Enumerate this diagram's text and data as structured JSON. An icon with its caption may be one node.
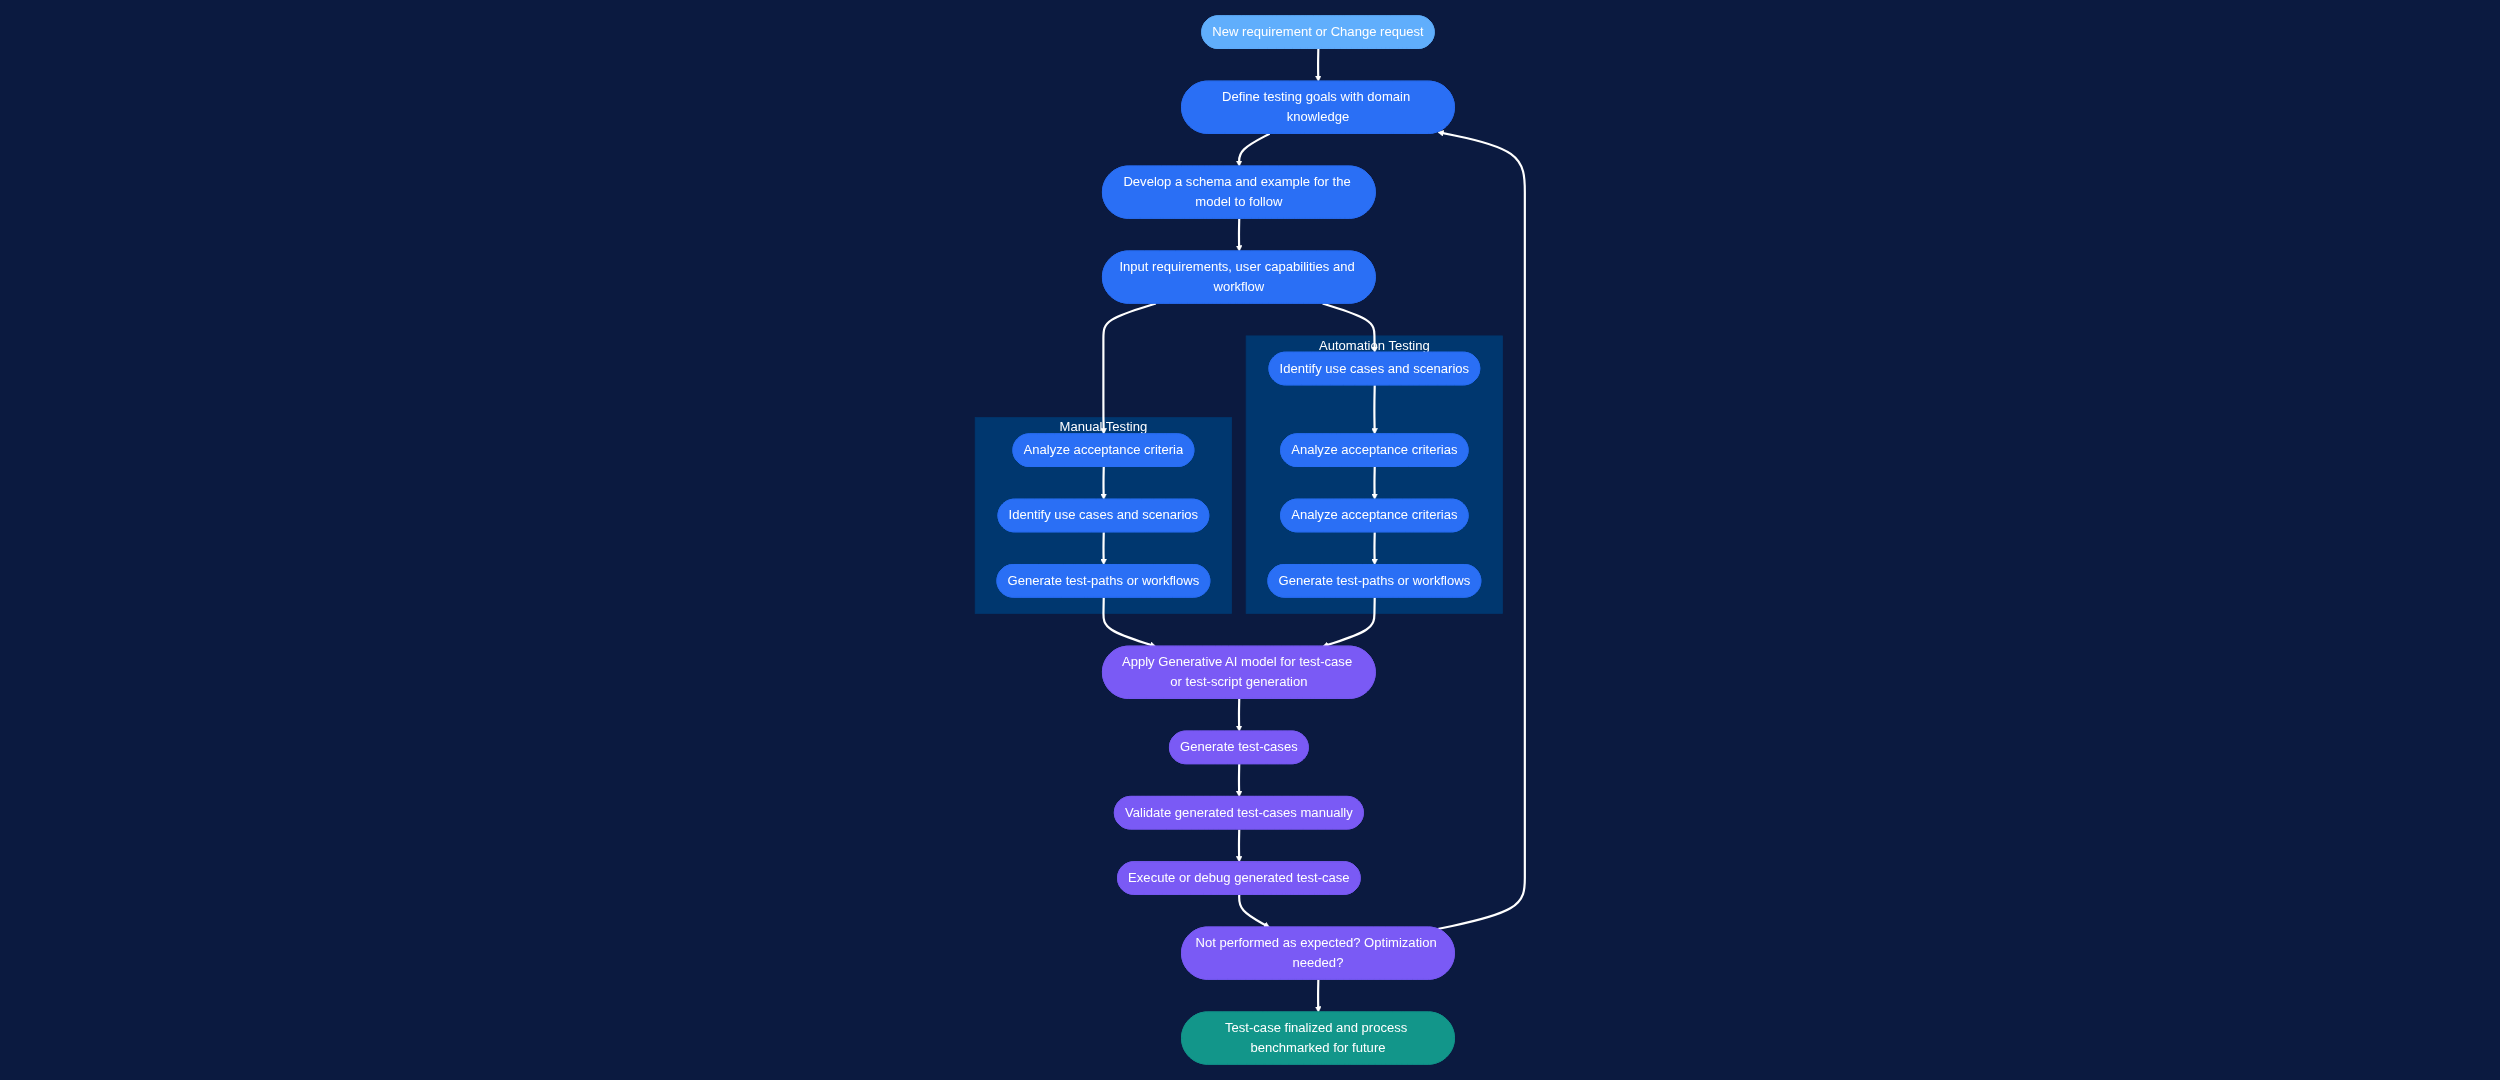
{
  "diagram": {
    "nodes": [
      {
        "text": [
          "New requirement or Change request"
        ]
      },
      {
        "text": [
          "Define testing goals with domain knowledge"
        ]
      },
      {
        "text": [
          "Develop a schema and example for the model to follow"
        ]
      },
      {
        "text": [
          "Input requirements, user capabilities and workflow"
        ]
      },
      {
        "text": [
          "Manual Testing"
        ]
      },
      {
        "text": [
          "Analyze acceptance criteria"
        ],
        "in": 4
      },
      {
        "text": [
          "Identify use cases and scenarios"
        ],
        "in": 4
      },
      {
        "text": [
          "Generate test-paths or workflows"
        ],
        "in": 4
      },
      {
        "text": [
          "Automation Testing"
        ]
      },
      {
        "text": [
          "Identify use cases and scenarios"
        ],
        "in": 8
      },
      {
        "text": [
          "Analyze acceptance criterias"
        ],
        "in": 8
      },
      {
        "text": [
          "Analyze acceptance criterias"
        ],
        "in": 8
      },
      {
        "text": [
          "Generate test-paths or workflows"
        ],
        "in": 8
      },
      {
        "text": [
          "Apply Generative AI model for test-case or test-script generation"
        ]
      },
      {
        "text": [
          "Generate test-cases"
        ]
      },
      {
        "text": [
          "Validate generated test-cases manually"
        ]
      },
      {
        "text": [
          "Execute or debug generated test-case"
        ]
      },
      {
        "text": [
          "Not performed as expected? Optimization needed?"
        ]
      },
      {
        "text": [
          "Test-case finalized and process benchmarked for future"
        ]
      }
    ],
    "edges": [
      {
        "from": 0,
        "to": 1,
        "arrow": "to"
      },
      {
        "from": 1,
        "to": 2,
        "arrow": "to"
      },
      {
        "from": 2,
        "to": 3,
        "arrow": "to"
      },
      {
        "from": 3,
        "to": 5,
        "arrow": "to"
      },
      {
        "from": 5,
        "to": 6,
        "arrow": "to"
      },
      {
        "from": 6,
        "to": 7,
        "arrow": "to"
      },
      {
        "from": 7,
        "to": 13,
        "arrow": "to"
      },
      {
        "from": 3,
        "to": 9,
        "arrow": "to"
      },
      {
        "from": 9,
        "to": 10,
        "arrow": "to"
      },
      {
        "from": 10,
        "to": 11,
        "arrow": "to"
      },
      {
        "from": 11,
        "to": 12,
        "arrow": "to"
      },
      {
        "from": 12,
        "to": 13,
        "arrow": "to"
      },
      {
        "from": 13,
        "to": 14,
        "arrow": "to"
      },
      {
        "from": 14,
        "to": 15,
        "arrow": "to"
      },
      {
        "from": 15,
        "to": 16,
        "arrow": "to"
      },
      {
        "from": 16,
        "to": 17,
        "arrow": "to"
      },
      {
        "from": 17,
        "to": 1,
        "arrow": "to"
      },
      {
        "from": 17,
        "to": 18,
        "arrow": "to"
      }
    ]
  }
}
